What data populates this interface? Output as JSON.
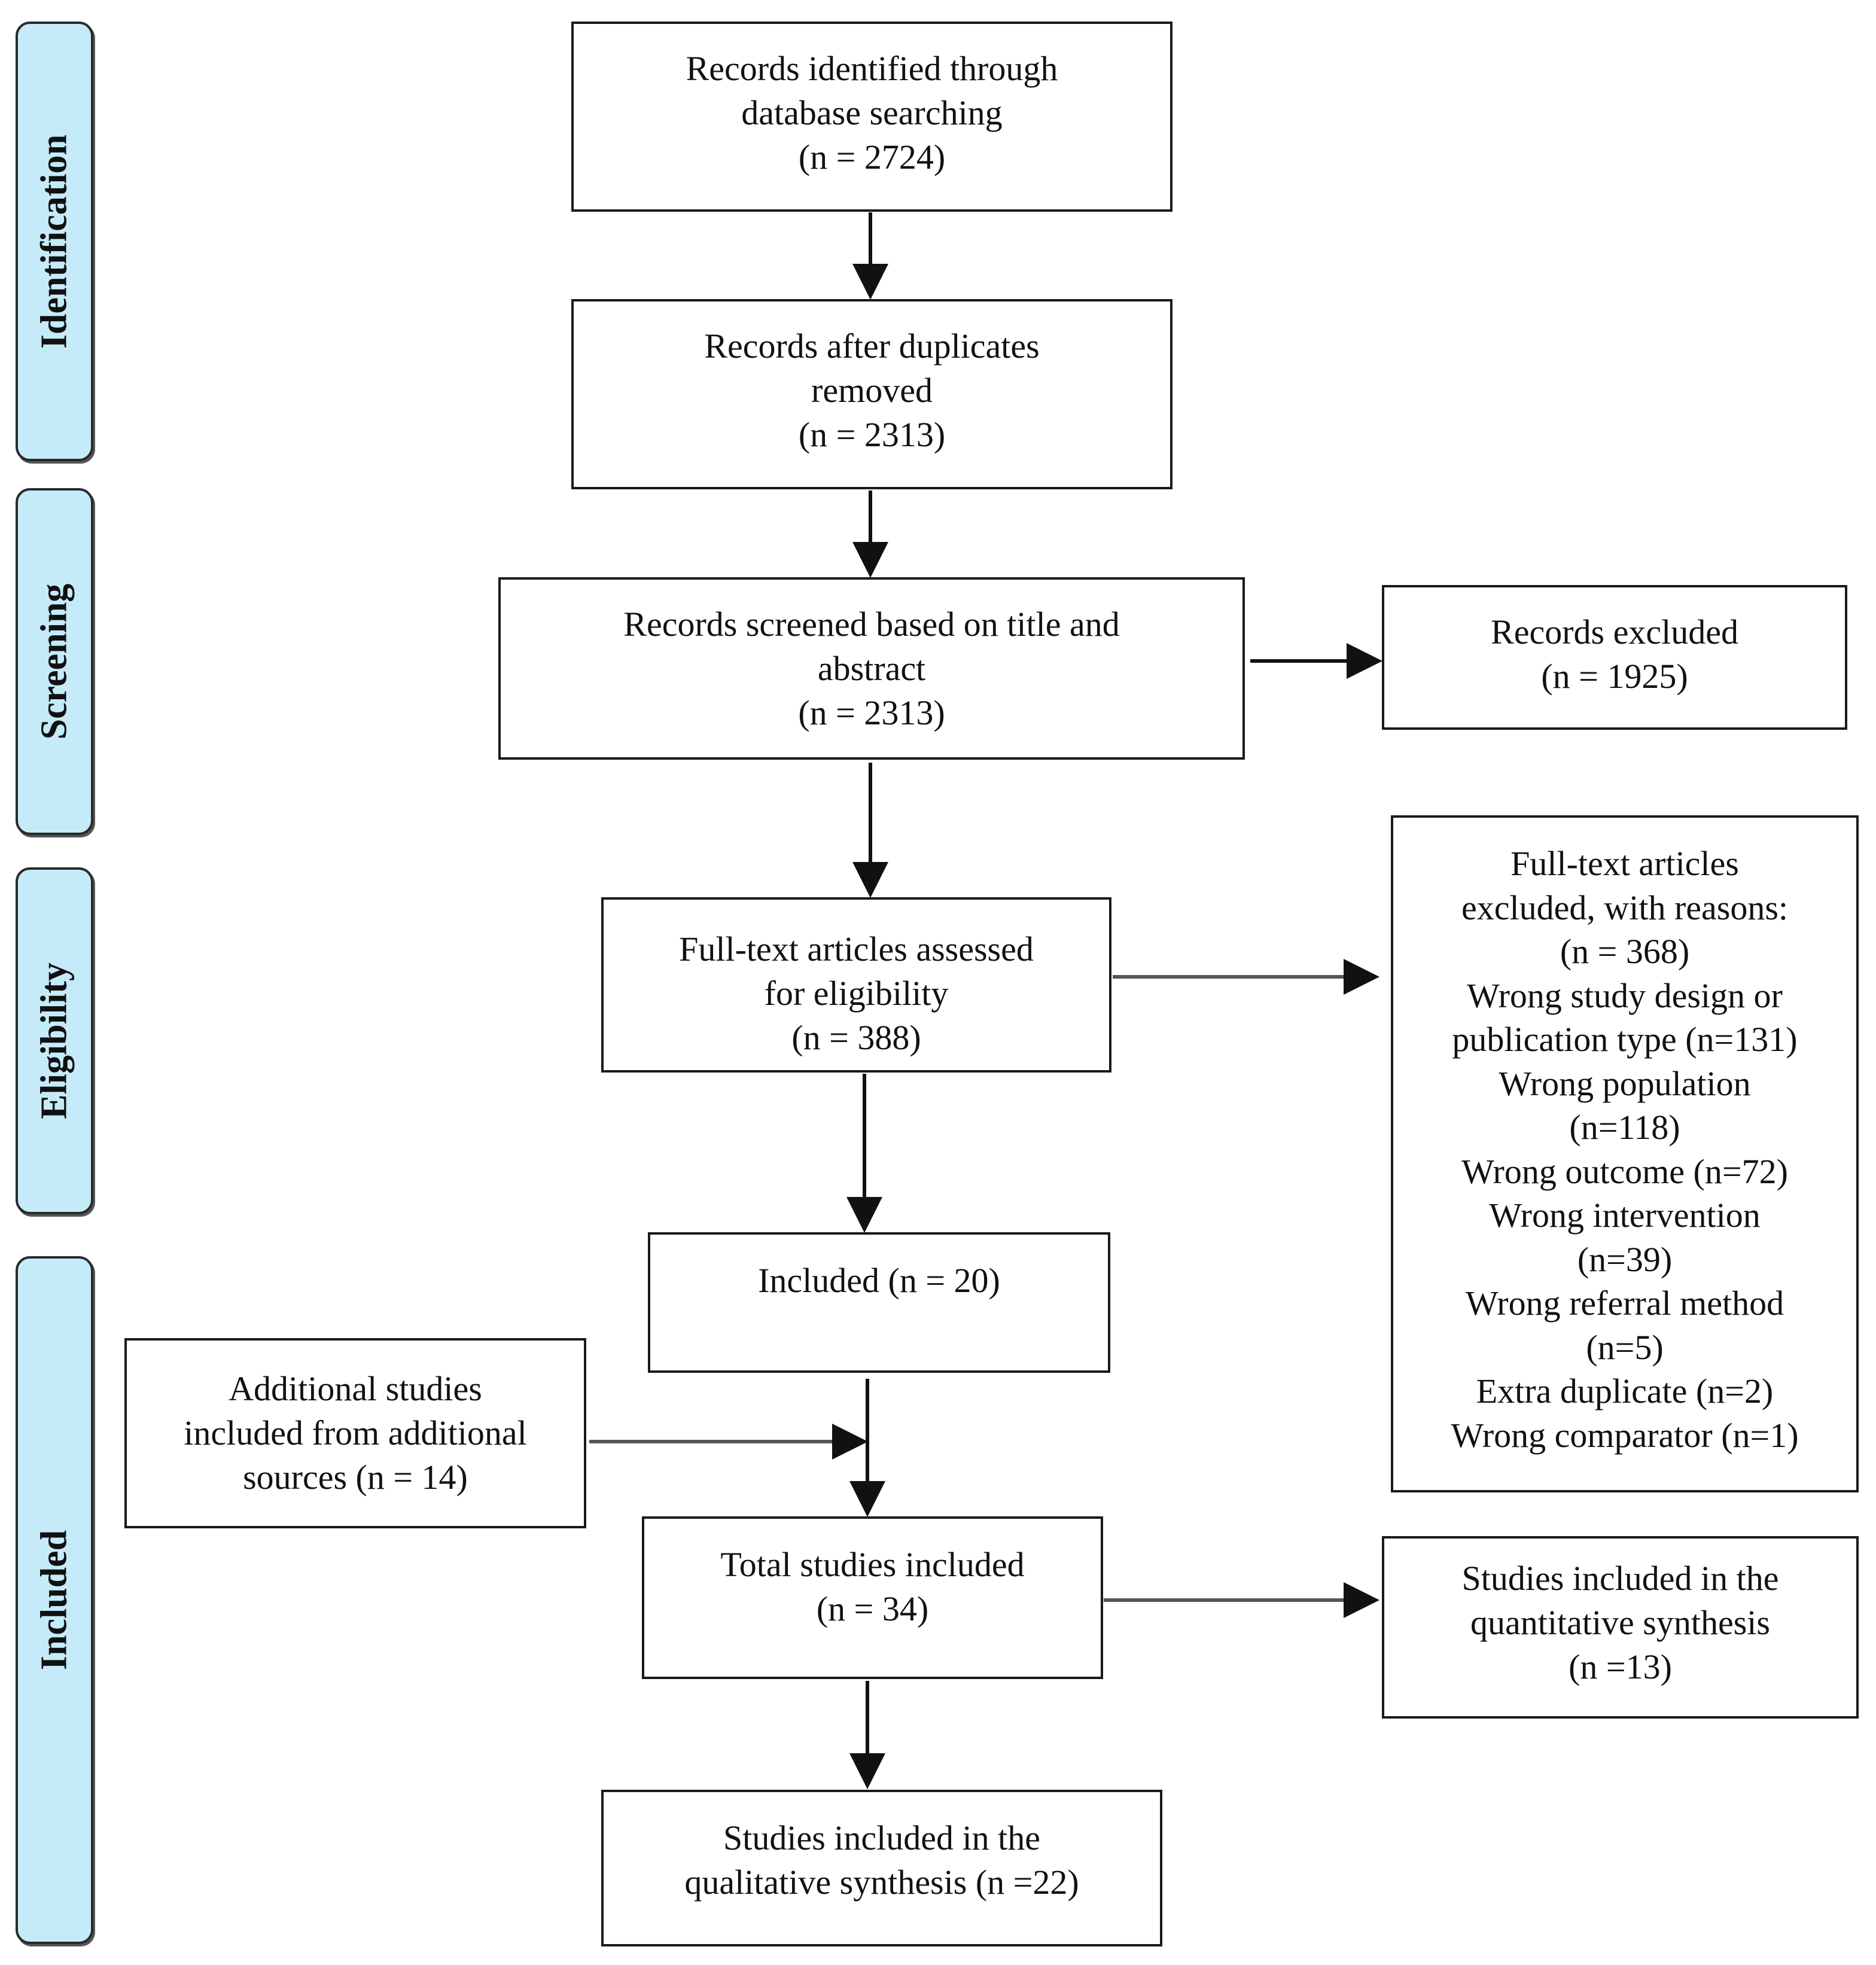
{
  "phases": {
    "identification": "Identification",
    "screening": "Screening",
    "eligibility": "Eligibility",
    "included": "Included"
  },
  "boxes": {
    "identified": [
      "Records identified through",
      "database searching",
      "(n = 2724)"
    ],
    "deduplicated": [
      "Records after duplicates",
      "removed",
      "(n = 2313)"
    ],
    "screened": [
      "Records screened based on title and",
      "abstract",
      "(n = 2313)"
    ],
    "records_excluded": [
      "Records excluded",
      "(n = 1925)"
    ],
    "fulltext_assessed": [
      "Full-text articles assessed",
      "for eligibility",
      "(n = 388)"
    ],
    "fulltext_excluded": [
      "Full-text articles",
      "excluded, with reasons:",
      "(n = 368)",
      "Wrong study design or",
      "publication type (n=131)",
      "Wrong population",
      "(n=118)",
      "Wrong outcome (n=72)",
      "Wrong intervention",
      "(n=39)",
      "Wrong referral method",
      "(n=5)",
      "Extra duplicate (n=2)",
      "Wrong comparator (n=1)"
    ],
    "included": [
      "Included (n = 20)"
    ],
    "additional": [
      "Additional studies",
      "included from additional",
      "sources (n = 14)"
    ],
    "total_included": [
      "Total studies included",
      "(n = 34)"
    ],
    "quantitative": [
      "Studies included in the",
      "quantitative synthesis",
      "(n =13)"
    ],
    "qualitative": [
      "Studies included in the",
      "qualitative synthesis (n =22)"
    ]
  }
}
